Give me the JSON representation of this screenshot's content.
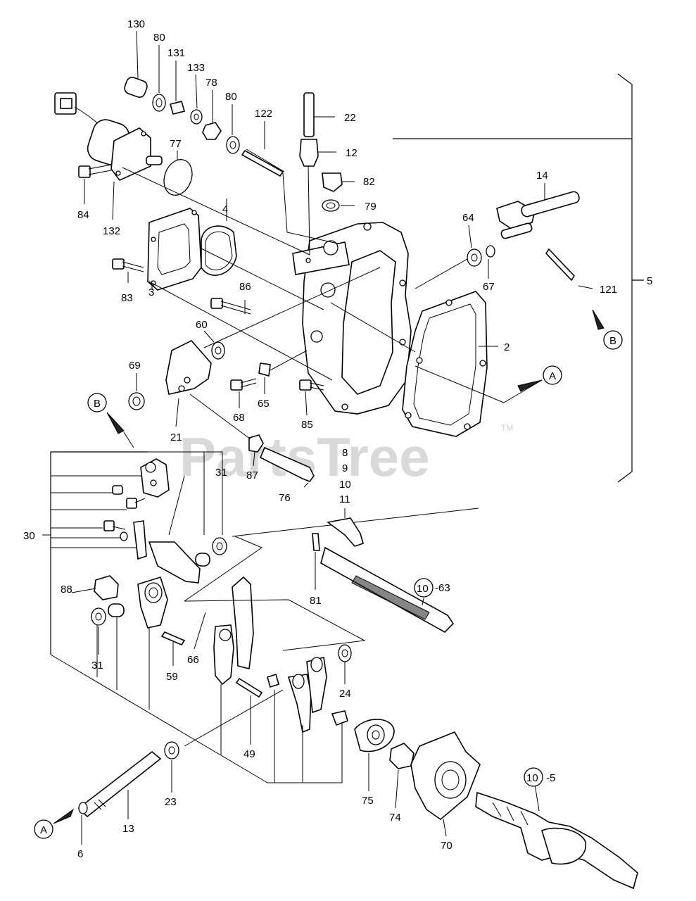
{
  "watermark": {
    "text": "PartsTree",
    "trademark": "TM"
  },
  "callouts": {
    "c130": "130",
    "c80a": "80",
    "c131": "131",
    "c133": "133",
    "c78": "78",
    "c80b": "80",
    "c122": "122",
    "c22": "22",
    "c12": "12",
    "c82": "82",
    "c79": "79",
    "c14": "14",
    "c77": "77",
    "c84": "84",
    "c132": "132",
    "c4": "4",
    "c83": "83",
    "c3": "3",
    "c86": "86",
    "c64": "64",
    "c67": "67",
    "c121": "121",
    "c5": "5",
    "c2": "2",
    "c60": "60",
    "c69": "69",
    "c68": "68",
    "c65": "65",
    "c85": "85",
    "c21": "21",
    "c87": "87",
    "c76": "76",
    "c31a": "31",
    "c8": "8",
    "c9": "9",
    "c10": "10",
    "c11": "11",
    "c30": "30",
    "c63": "-63",
    "c88": "88",
    "c81": "81",
    "c66": "66",
    "c59": "59",
    "c31b": "31",
    "c24": "24",
    "c49": "49",
    "c75": "75",
    "c74": "74",
    "c23": "23",
    "c13": "13",
    "c6": "6",
    "c70": "70",
    "c5b": "-5"
  },
  "refs": {
    "ref_b_top": "B",
    "ref_a_right": "A",
    "ref_b_left": "B",
    "ref_a_left": "A",
    "ref_10_a": "10",
    "ref_10_b": "10"
  }
}
